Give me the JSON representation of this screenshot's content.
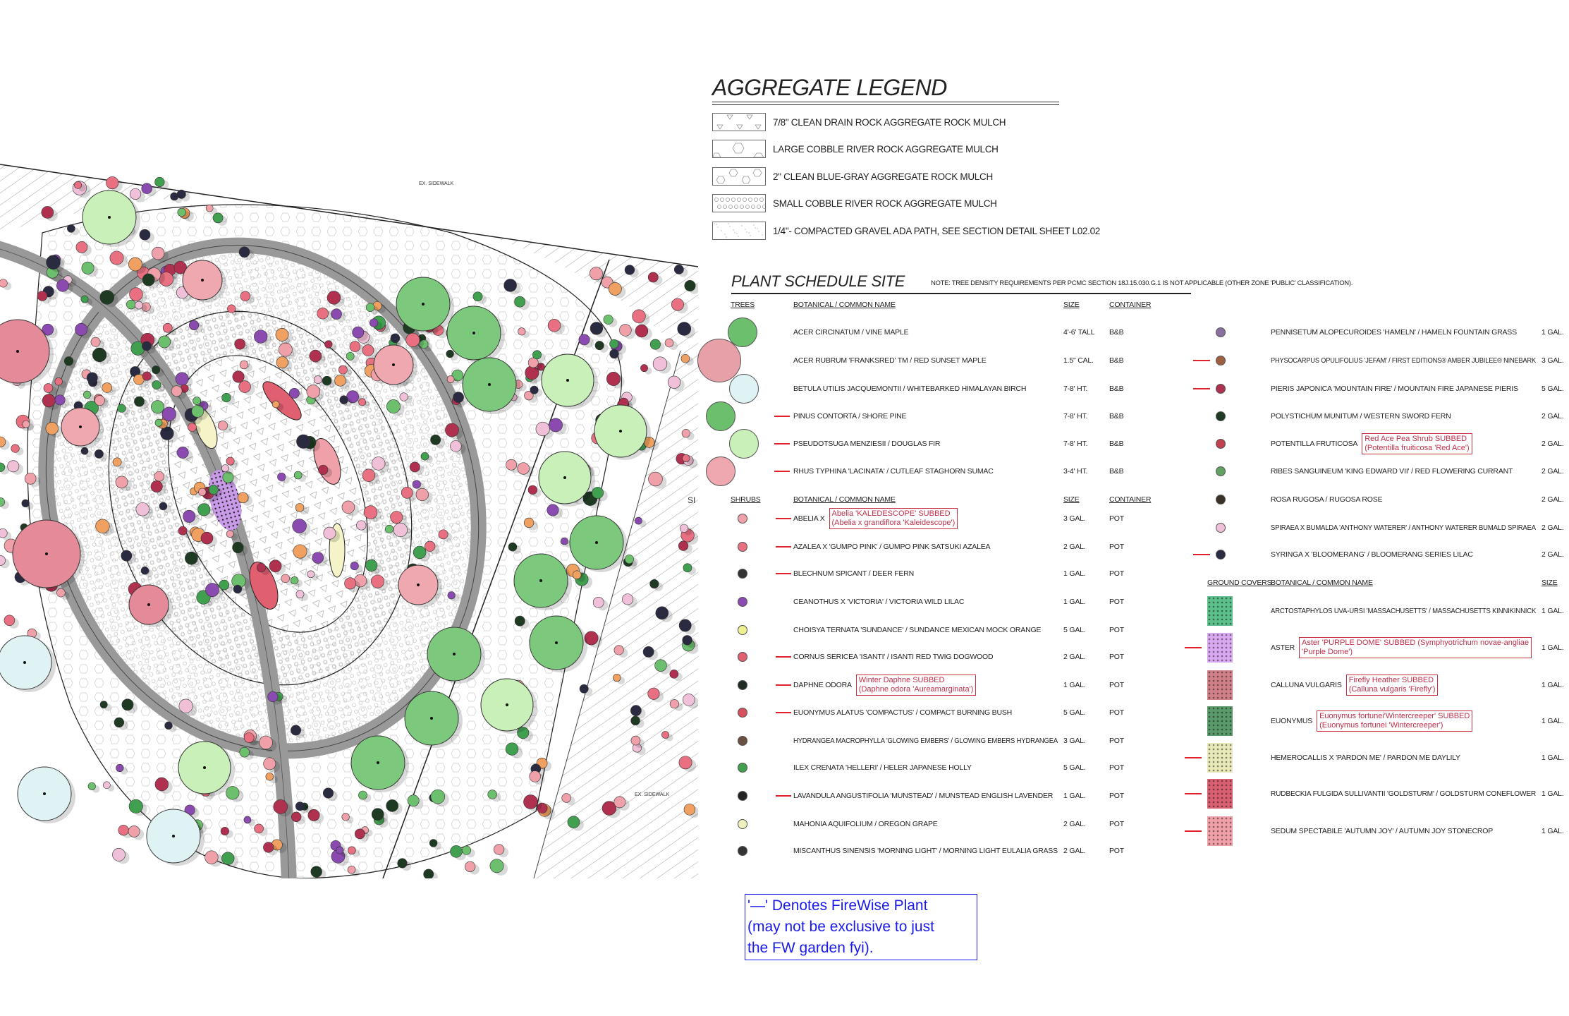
{
  "map": {
    "labels": [
      "EX. SIDEWALK",
      "EX. SIDEWALK",
      "SI"
    ]
  },
  "aggregate_legend": {
    "title": "AGGREGATE LEGEND",
    "items": [
      {
        "label": "7/8\" CLEAN DRAIN ROCK AGGREGATE ROCK MULCH",
        "pattern": "triangles"
      },
      {
        "label": "LARGE COBBLE RIVER ROCK AGGREGATE MULCH",
        "pattern": "large-hex"
      },
      {
        "label": "2\" CLEAN BLUE-GRAY AGGREGATE ROCK MULCH",
        "pattern": "medium-hex"
      },
      {
        "label": "SMALL COBBLE RIVER ROCK AGGREGATE MULCH",
        "pattern": "small-hex"
      },
      {
        "label": "1/4\"- COMPACTED GRAVEL ADA PATH, SEE SECTION DETAIL SHEET L02.02",
        "pattern": "dots"
      }
    ]
  },
  "plant_schedule": {
    "title": "PLANT SCHEDULE SITE",
    "note": "NOTE:  TREE DENSITY REQUIREMENTS PER PCMC SECTION 18J.15.030.G.1 IS NOT APPLICABLE (OTHER ZONE 'PUBLIC' CLASSIFICATION).",
    "headers": {
      "trees": "TREES",
      "shrubs": "SHRUBS",
      "ground_covers": "GROUND COVERS",
      "botanical": "BOTANICAL  /  COMMON  NAME",
      "size": "SIZE",
      "container": "CONTAINER"
    },
    "trees": [
      {
        "name": "ACER CIRCINATUM / VINE MAPLE",
        "size": "4'-6' TALL",
        "container": "B&B",
        "firewise": false,
        "color": "#6cbf6c"
      },
      {
        "name": "ACER RUBRUM 'FRANKSRED' TM / RED SUNSET MAPLE",
        "size": "1.5\" CAL.",
        "container": "B&B",
        "firewise": false,
        "color": "#e8a0a8"
      },
      {
        "name": "BETULA UTILIS JACQUEMONTII / WHITEBARKED HIMALAYAN BIRCH",
        "size": "7-8' HT.",
        "container": "B&B",
        "firewise": false,
        "color": "#dff2f4"
      },
      {
        "name": "PINUS CONTORTA / SHORE PINE",
        "size": "7-8' HT.",
        "container": "B&B",
        "firewise": true,
        "color": "#6cbf6c"
      },
      {
        "name": "PSEUDOTSUGA MENZIESII / DOUGLAS FIR",
        "size": "7-8' HT.",
        "container": "B&B",
        "firewise": true,
        "color": "#c8f0b8"
      },
      {
        "name": "RHUS TYPHINA 'LACINATA' / CUTLEAF STAGHORN SUMAC",
        "size": "3-4' HT.",
        "container": "B&B",
        "firewise": true,
        "color": "#f0a8b0"
      }
    ],
    "shrubs": [
      {
        "name": "ABELIA X",
        "size": "3 GAL.",
        "container": "POT",
        "firewise": true,
        "color": "#f0a0a8",
        "sub": [
          "Abelia 'KALEDESCOPE' SUBBED",
          "(Abelia x grandiflora 'Kaleidescope')"
        ]
      },
      {
        "name": "AZALEA X 'GUMPO PINK' / GUMPO PINK SATSUKI AZALEA",
        "size": "2 GAL.",
        "container": "POT",
        "firewise": true,
        "color": "#e87080"
      },
      {
        "name": "BLECHNUM SPICANT / DEER FERN",
        "size": "1 GAL.",
        "container": "POT",
        "firewise": true,
        "color": "#333333"
      },
      {
        "name": "CEANOTHUS X 'VICTORIA' / VICTORIA WILD LILAC",
        "size": "1 GAL.",
        "container": "POT",
        "firewise": false,
        "color": "#8a4ab0"
      },
      {
        "name": "CHOISYA TERNATA 'SUNDANCE' / SUNDANCE MEXICAN MOCK ORANGE",
        "size": "5 GAL.",
        "container": "POT",
        "firewise": false,
        "color": "#f0f090"
      },
      {
        "name": "CORNUS SERICEA 'ISANTI' / ISANTI RED TWIG DOGWOOD",
        "size": "2 GAL.",
        "container": "POT",
        "firewise": true,
        "color": "#e06070"
      },
      {
        "name": "DAPHNE ODORA",
        "size": "1 GAL.",
        "container": "POT",
        "firewise": true,
        "color": "#1e2a22",
        "sub": [
          "Winter Daphne SUBBED",
          "(Daphne odora 'Aureamarginata')"
        ]
      },
      {
        "name": "EUONYMUS ALATUS 'COMPACTUS' / COMPACT BURNING BUSH",
        "size": "5 GAL.",
        "container": "POT",
        "firewise": true,
        "color": "#d85060"
      },
      {
        "name": "HYDRANGEA MACROPHYLLA 'GLOWING EMBERS' / GLOWING EMBERS HYDRANGEA",
        "size": "3 GAL.",
        "container": "POT",
        "firewise": false,
        "color": "#6a5040"
      },
      {
        "name": "ILEX CRENATA 'HELLERI' / HELER JAPANESE HOLLY",
        "size": "5 GAL.",
        "container": "POT",
        "firewise": false,
        "color": "#40a050"
      },
      {
        "name": "LAVANDULA ANGUSTIFOLIA 'MUNSTEAD' / MUNSTEAD ENGLISH LAVENDER",
        "size": "1 GAL.",
        "container": "POT",
        "firewise": true,
        "color": "#222222"
      },
      {
        "name": "MAHONIA AQUIFOLIUM / OREGON GRAPE",
        "size": "2 GAL.",
        "container": "POT",
        "firewise": false,
        "color": "#eef0c0"
      },
      {
        "name": "MISCANTHUS SINENSIS 'MORNING LIGHT' / MORNING LIGHT EULALIA GRASS",
        "size": "2 GAL.",
        "container": "POT",
        "firewise": false,
        "color": "#333333"
      }
    ],
    "shrubs_right": [
      {
        "name": "PENNISETUM ALOPECUROIDES 'HAMELN' / HAMELN FOUNTAIN GRASS",
        "size": "1 GAL.",
        "firewise": false,
        "color": "#8a70a0"
      },
      {
        "name": "PHYSOCARPUS OPULIFOLIUS 'JEFAM' / FIRST EDITIONS® AMBER JUBILEE® NINEBARK",
        "size": "3 GAL.",
        "firewise": true,
        "color": "#a06040"
      },
      {
        "name": "PIERIS JAPONICA 'MOUNTAIN FIRE' / MOUNTAIN FIRE JAPANESE PIERIS",
        "size": "5 GAL.",
        "firewise": true,
        "color": "#b03050"
      },
      {
        "name": "POLYSTICHUM MUNITUM / WESTERN SWORD FERN",
        "size": "2 GAL.",
        "firewise": false,
        "color": "#1e3a22"
      },
      {
        "name": "POTENTILLA FRUTICOSA",
        "size": "2 GAL.",
        "firewise": false,
        "color": "#c04050",
        "sub": [
          "Red Ace Pea Shrub SUBBED",
          "(Potentilla fruiticosa 'Red Ace')"
        ]
      },
      {
        "name": "RIBES SANGUINEUM 'KING EDWARD VII' / RED FLOWERING CURRANT",
        "size": "2 GAL.",
        "firewise": false,
        "color": "#60a060"
      },
      {
        "name": "ROSA RUGOSA / RUGOSA ROSE",
        "size": "2 GAL.",
        "firewise": false,
        "color": "#3a3228"
      },
      {
        "name": "SPIRAEA X BUMALDA 'ANTHONY WATERER' / ANTHONY WATERER BUMALD SPIRAEA",
        "size": "2 GAL.",
        "firewise": false,
        "color": "#f0c0d8"
      },
      {
        "name": "SYRINGA X 'BLOOMERANG' / BLOOMERANG SERIES LILAC",
        "size": "2 GAL.",
        "firewise": true,
        "color": "#2a2a40"
      }
    ],
    "ground_covers": [
      {
        "name": "ARCTOSTAPHYLOS UVA-URSI 'MASSACHUSETTS' / MASSACHUSETTS KINNIKINNICK",
        "size": "1 GAL.",
        "firewise": false,
        "color": "#5cc08a"
      },
      {
        "name": "ASTER",
        "size": "1 GAL.",
        "firewise": true,
        "color": "#d8a8f0",
        "sub": [
          "Aster 'PURPLE DOME' SUBBED (Symphyotrichum novae-angliae",
          "'Purple Dome')"
        ]
      },
      {
        "name": "CALLUNA VULGARIS",
        "size": "1 GAL.",
        "firewise": false,
        "color": "#d08088",
        "sub": [
          "Firefly Heather SUBBED",
          "(Calluna vulgaris 'Firefly')"
        ]
      },
      {
        "name": "EUONYMUS",
        "size": "1 GAL.",
        "firewise": false,
        "color": "#5a9a6a",
        "sub": [
          "Euonymus fortunei'Wintercreeper' SUBBED",
          "(Euonymus fortunei 'Wintercreeper')"
        ]
      },
      {
        "name": "HEMEROCALLIS X 'PARDON ME' / PARDON ME DAYLILY",
        "size": "1 GAL.",
        "firewise": true,
        "color": "#e8e8b8"
      },
      {
        "name": "RUDBECKIA FULGIDA SULLIVANTII 'GOLDSTURM' / GOLDSTURM CONEFLOWER",
        "size": "1 GAL.",
        "firewise": true,
        "color": "#d86070"
      },
      {
        "name": "SEDUM SPECTABILE 'AUTUMN JOY' / AUTUMN JOY STONECROP",
        "size": "1 GAL.",
        "firewise": true,
        "color": "#f0a0a8"
      }
    ]
  },
  "firewise_note": {
    "lines": [
      "'—' Denotes FireWise Plant",
      "(may not be exclusive to just",
      "the FW garden fyi)."
    ],
    "color": "#1a1aee"
  }
}
